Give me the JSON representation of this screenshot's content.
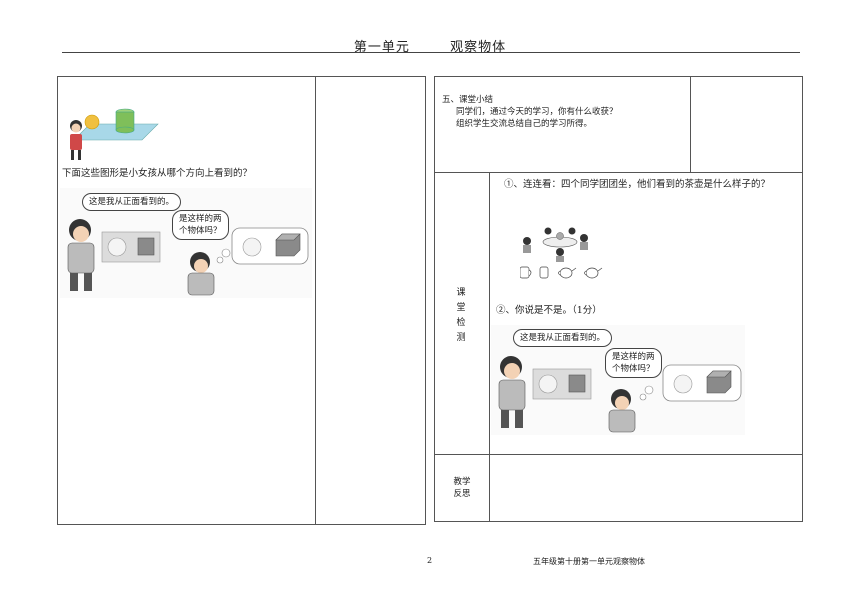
{
  "header": {
    "unit": "第一单元",
    "title": "观察物体"
  },
  "left_panel": {
    "question": "下面这些图形是小女孩从哪个方向上看到的？",
    "boy_speech": "这是我从正面看到的。",
    "girl_speech_line1": "是这样的两",
    "girl_speech_line2": "个物体吗？"
  },
  "summary": {
    "heading": "五、课堂小结",
    "line1": "同学们，通过今天的学习，你有什么收获？",
    "line2": "组织学生交流总结自己的学习所得。"
  },
  "check": {
    "label_chars": [
      "课",
      "堂",
      "检",
      "测"
    ],
    "q1": "①、连连看：四个同学团团坐，他们看到的茶壶是什么样子的？",
    "q2": "②、你说是不是。（1分）",
    "boy_speech": "这是我从正面看到的。",
    "girl_speech_line1": "是这样的两",
    "girl_speech_line2": "个物体吗？"
  },
  "reflection": {
    "label_line1": "教学",
    "label_line2": "反思"
  },
  "footer": {
    "page_number": "2",
    "text": "五年级第十册第一单元观察物体"
  },
  "colors": {
    "cylinder": "#7fbf5a",
    "ball": "#f0c040",
    "table_top": "#a8d8e8",
    "panel": "#dcdcdc",
    "cube": "#8a8a8a",
    "girl_shirt": "#d04848"
  }
}
